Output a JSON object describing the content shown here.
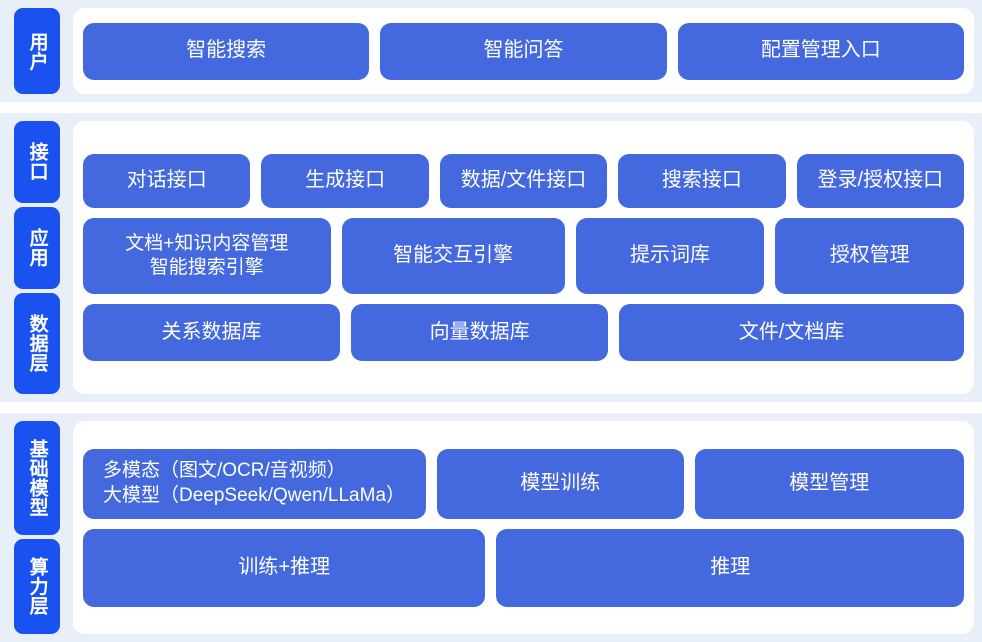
{
  "theme": {
    "page_background": "#ffffff",
    "band_background": "#e9eff8",
    "panel_background": "#ffffff",
    "layer_label_color": "#1a52f0",
    "node_color": "#4468dd",
    "node_text_color": "#ffffff"
  },
  "sections": [
    {
      "id": "user",
      "layers": [
        {
          "label": "用户"
        }
      ],
      "rows": [
        {
          "id": "user-entries",
          "nodes": [
            {
              "label": "智能搜索",
              "flex": 1
            },
            {
              "label": "智能问答",
              "flex": 1
            },
            {
              "label": "配置管理入口",
              "flex": 1
            }
          ]
        }
      ]
    },
    {
      "id": "core",
      "layers": [
        {
          "label": "接口"
        },
        {
          "label": "应用"
        },
        {
          "label": "数据层"
        }
      ],
      "rows": [
        {
          "id": "interface",
          "nodes": [
            {
              "label": "对话接口",
              "flex": 1
            },
            {
              "label": "生成接口",
              "flex": 1
            },
            {
              "label": "数据/文件接口",
              "flex": 1
            },
            {
              "label": "搜索接口",
              "flex": 1
            },
            {
              "label": "登录/授权接口",
              "flex": 1
            }
          ]
        },
        {
          "id": "application",
          "nodes": [
            {
              "label": "文档+知识内容管理\n智能搜索引擎",
              "flex": 1.12,
              "multiline": true
            },
            {
              "label": "智能交互引擎",
              "flex": 1.0
            },
            {
              "label": "提示词库",
              "flex": 0.83
            },
            {
              "label": "授权管理",
              "flex": 0.83
            }
          ]
        },
        {
          "id": "data",
          "nodes": [
            {
              "label": "关系数据库",
              "flex": 1
            },
            {
              "label": "向量数据库",
              "flex": 1
            },
            {
              "label": "文件/文档库",
              "flex": 1.37
            }
          ]
        }
      ]
    },
    {
      "id": "base",
      "layers": [
        {
          "label": "基础模型"
        },
        {
          "label": "算力层"
        }
      ],
      "rows": [
        {
          "id": "model",
          "nodes": [
            {
              "label": "多模态（图文/OCR/音视频）\n大模型（DeepSeek/Qwen/LLaMa）",
              "flex": 1.38,
              "multiline": true,
              "align": "left"
            },
            {
              "label": "模型训练",
              "flex": 1.0
            },
            {
              "label": "模型管理",
              "flex": 1.1
            }
          ]
        },
        {
          "id": "compute",
          "nodes": [
            {
              "label": "训练+推理",
              "flex": 1
            },
            {
              "label": "推理",
              "flex": 1.17
            }
          ]
        }
      ]
    }
  ]
}
